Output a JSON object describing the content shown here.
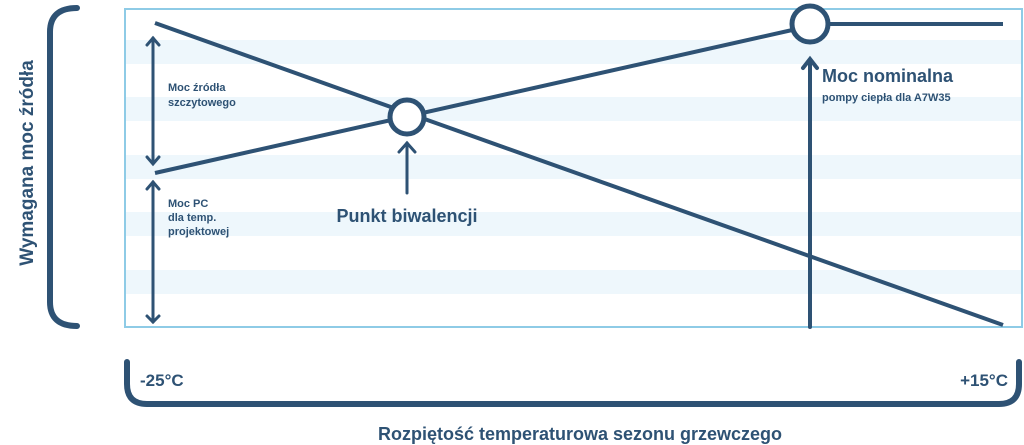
{
  "axis": {
    "y_label": "Wymagana moc źródła",
    "x_label": "Rozpiętość temperaturowa sezonu grzewczego",
    "x_min_label": "-25°C",
    "x_max_label": "+15°C"
  },
  "annotations": {
    "peak_source": [
      "Moc źródła",
      "szczytowego"
    ],
    "hp_design": [
      "Moc PC",
      "dla temp.",
      "projektowej"
    ],
    "bivalent_point": "Punkt biwalencji",
    "nominal_title": "Moc nominalna",
    "nominal_sub": "pompy ciepła dla A7W35"
  },
  "colors": {
    "line": "#2e5274",
    "frame": "#8ecbe6",
    "stripe": "#eef7fc"
  }
}
